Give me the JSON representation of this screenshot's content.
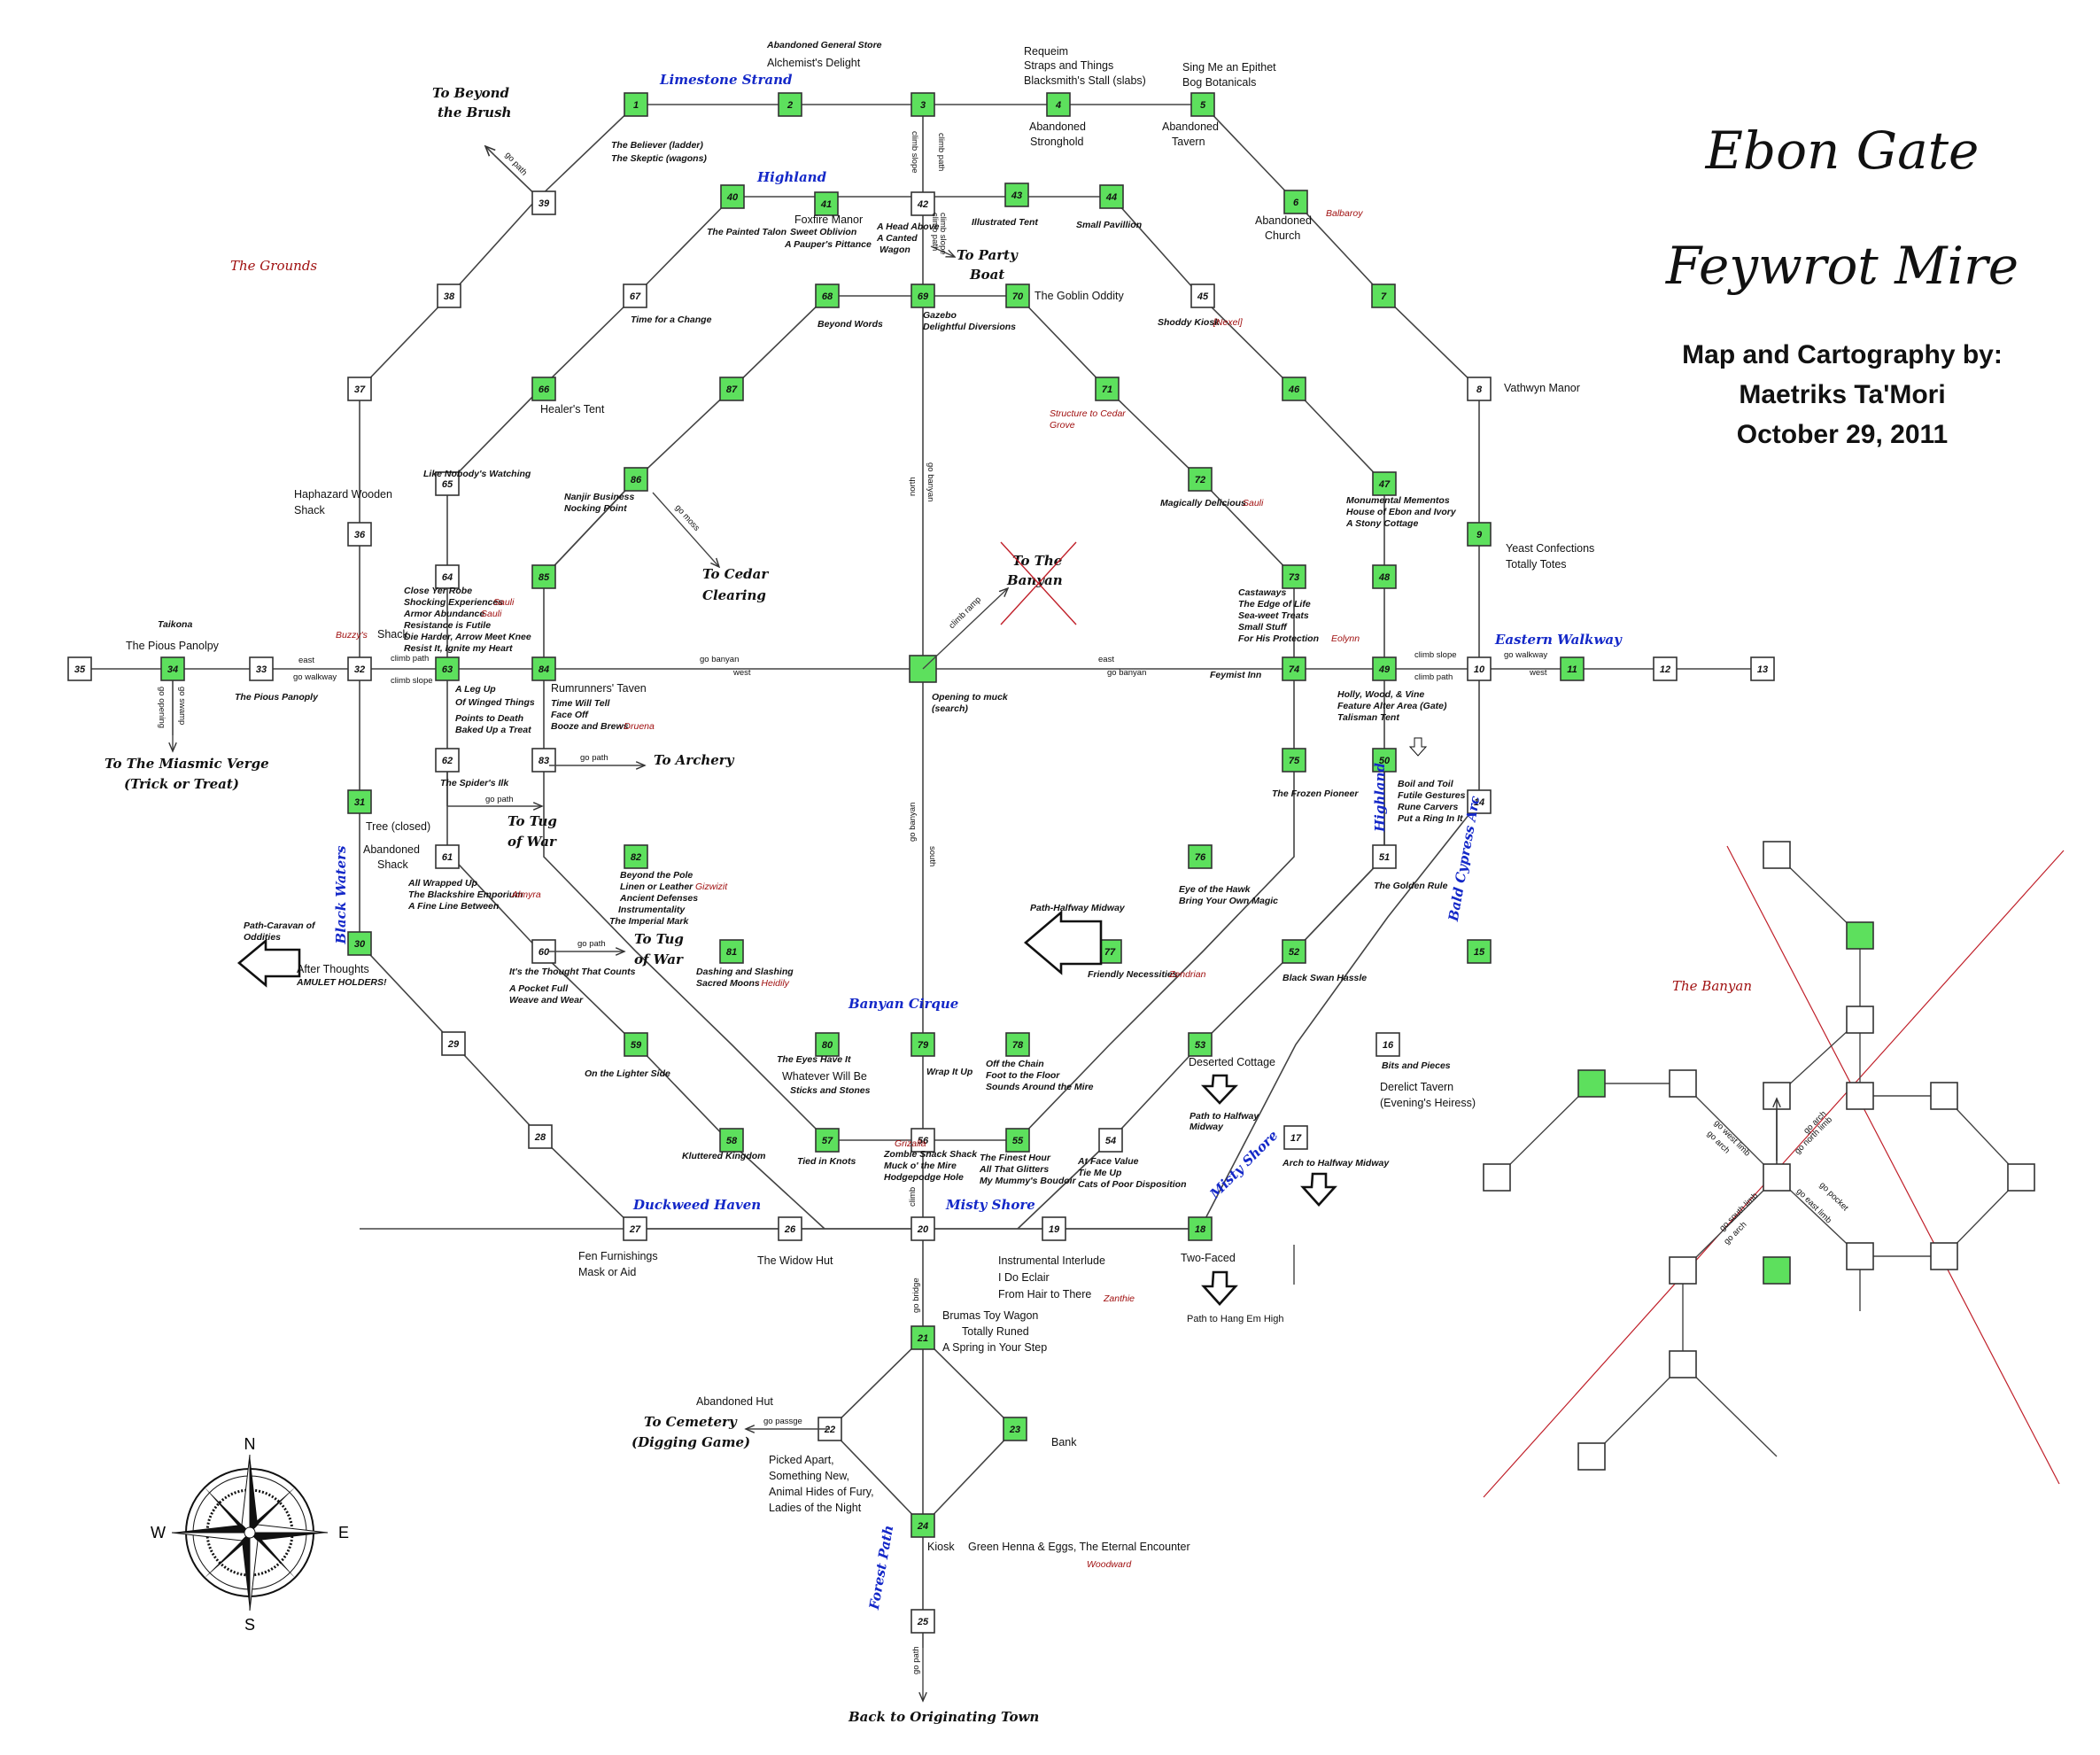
{
  "title": {
    "line1": "Ebon Gate",
    "line2": "Feywrot Mire",
    "credit1": "Map and Cartography by:",
    "credit2": "Maetriks Ta'Mori",
    "credit3": "October 29, 2011"
  },
  "colors": {
    "room_fill": "#ffffff",
    "room_green": "#5de05d",
    "area_blue": "#1428c8",
    "accent_red": "#a01010",
    "line": "#444444",
    "banyan_cross": "#c0202a"
  },
  "compass": {
    "n": "N",
    "s": "S",
    "e": "E",
    "w": "W"
  },
  "rooms": [
    {
      "n": "1",
      "g": true
    },
    {
      "n": "2",
      "g": true
    },
    {
      "n": "3",
      "g": true
    },
    {
      "n": "4",
      "g": true
    },
    {
      "n": "5",
      "g": true
    },
    {
      "n": "6",
      "g": true
    },
    {
      "n": "7",
      "g": true
    },
    {
      "n": "8",
      "g": false
    },
    {
      "n": "9",
      "g": true
    },
    {
      "n": "10",
      "g": false
    },
    {
      "n": "11",
      "g": true
    },
    {
      "n": "12",
      "g": false
    },
    {
      "n": "13",
      "g": false
    },
    {
      "n": "14",
      "g": false
    },
    {
      "n": "15",
      "g": true
    },
    {
      "n": "16",
      "g": false
    },
    {
      "n": "17",
      "g": false
    },
    {
      "n": "18",
      "g": true
    },
    {
      "n": "19",
      "g": false
    },
    {
      "n": "20",
      "g": false
    },
    {
      "n": "21",
      "g": true
    },
    {
      "n": "22",
      "g": false
    },
    {
      "n": "23",
      "g": true
    },
    {
      "n": "24",
      "g": true
    },
    {
      "n": "25",
      "g": false
    },
    {
      "n": "26",
      "g": false
    },
    {
      "n": "27",
      "g": false
    },
    {
      "n": "28",
      "g": false
    },
    {
      "n": "29",
      "g": false
    },
    {
      "n": "30",
      "g": true
    },
    {
      "n": "31",
      "g": true
    },
    {
      "n": "32",
      "g": false
    },
    {
      "n": "33",
      "g": false
    },
    {
      "n": "34",
      "g": true
    },
    {
      "n": "35",
      "g": false
    },
    {
      "n": "36",
      "g": false
    },
    {
      "n": "37",
      "g": false
    },
    {
      "n": "38",
      "g": false
    },
    {
      "n": "39",
      "g": false
    },
    {
      "n": "40",
      "g": true
    },
    {
      "n": "41",
      "g": true
    },
    {
      "n": "42",
      "g": false
    },
    {
      "n": "43",
      "g": true
    },
    {
      "n": "44",
      "g": true
    },
    {
      "n": "45",
      "g": false
    },
    {
      "n": "46",
      "g": true
    },
    {
      "n": "47",
      "g": true
    },
    {
      "n": "48",
      "g": true
    },
    {
      "n": "49",
      "g": true
    },
    {
      "n": "50",
      "g": true
    },
    {
      "n": "51",
      "g": false
    },
    {
      "n": "52",
      "g": true
    },
    {
      "n": "53",
      "g": true
    },
    {
      "n": "54",
      "g": false
    },
    {
      "n": "55",
      "g": true
    },
    {
      "n": "56",
      "g": false
    },
    {
      "n": "57",
      "g": true
    },
    {
      "n": "58",
      "g": true
    },
    {
      "n": "59",
      "g": true
    },
    {
      "n": "60",
      "g": false
    },
    {
      "n": "61",
      "g": false
    },
    {
      "n": "62",
      "g": false
    },
    {
      "n": "63",
      "g": true
    },
    {
      "n": "64",
      "g": false
    },
    {
      "n": "65",
      "g": false
    },
    {
      "n": "66",
      "g": true
    },
    {
      "n": "67",
      "g": false
    },
    {
      "n": "68",
      "g": true
    },
    {
      "n": "69",
      "g": true
    },
    {
      "n": "70",
      "g": true
    },
    {
      "n": "71",
      "g": true
    },
    {
      "n": "72",
      "g": true
    },
    {
      "n": "73",
      "g": true
    },
    {
      "n": "74",
      "g": true
    },
    {
      "n": "75",
      "g": true
    },
    {
      "n": "76",
      "g": true
    },
    {
      "n": "77",
      "g": true
    },
    {
      "n": "78",
      "g": true
    },
    {
      "n": "79",
      "g": true
    },
    {
      "n": "80",
      "g": true
    },
    {
      "n": "81",
      "g": true
    },
    {
      "n": "82",
      "g": true
    },
    {
      "n": "83",
      "g": false
    },
    {
      "n": "84",
      "g": true
    },
    {
      "n": "85",
      "g": true
    },
    {
      "n": "86",
      "g": true
    },
    {
      "n": "87",
      "g": true
    },
    {
      "n": "C",
      "g": true
    }
  ],
  "banyan_rooms": [
    {
      "n": "b1",
      "g": false
    },
    {
      "n": "b2",
      "g": true
    },
    {
      "n": "b3",
      "g": false
    },
    {
      "n": "b4",
      "g": false
    },
    {
      "n": "b5",
      "g": false
    },
    {
      "n": "b6",
      "g": true
    },
    {
      "n": "b7",
      "g": false
    },
    {
      "n": "b8",
      "g": false
    },
    {
      "n": "b9",
      "g": false
    },
    {
      "n": "b10",
      "g": false
    },
    {
      "n": "b11",
      "g": false
    },
    {
      "n": "b12",
      "g": true
    },
    {
      "n": "b13",
      "g": false
    },
    {
      "n": "b14",
      "g": false
    },
    {
      "n": "b15",
      "g": false
    },
    {
      "n": "b16",
      "g": false
    },
    {
      "n": "b17",
      "g": false
    }
  ],
  "areas": {
    "limestone": "Limestone Strand",
    "highland_n": "Highland",
    "eastern": "Eastern Walkway",
    "highland_e": "Highland",
    "bald": "Bald Cypress Arc",
    "misty": "Misty Shore",
    "duckweed": "Duckweed Haven",
    "forest": "Forest Path",
    "black": "Black Waters",
    "banyan_cirque": "Banyan Cirque",
    "grounds": "The Grounds",
    "banyan": "The Banyan"
  },
  "destinations": {
    "beyond_brush": "To Beyond the Brush",
    "party_boat": "To Party Boat",
    "cedar": "To Cedar Clearing",
    "the_banyan": "To The Banyan",
    "archery": "To Archery",
    "tug1": "To Tug of War",
    "tug2": "To Tug of War",
    "miasmic": "To The Miasmic Verge",
    "trick": "(Trick or Treat)",
    "cemetery": "To Cemetery",
    "digging": "(Digging Game)",
    "back": "Back to Originating Town",
    "halfway_w": "Path-Halfway Midway",
    "caravan": "Path-Caravan of Oddities",
    "hang": "Path to Hang Em High",
    "halfway_s": "Path to Halfway Midway",
    "arch_halfway": "Arch to Halfway Midway"
  },
  "labels": {
    "l_abandoned_store": "Abandoned General Store",
    "l_alchemist": "Alchemist's Delight",
    "l_requeim": "Requeim",
    "l_straps": "Straps and Things",
    "l_blacksmith": "Blacksmith's Stall (slabs)",
    "l_sing": "Sing Me an Epithet",
    "l_bog": "Bog Botanicals",
    "l_abandoned_stronghold1": "Abandoned",
    "l_abandoned_stronghold2": "Stronghold",
    "l_abandoned_tavern1": "Abandoned",
    "l_abandoned_tavern2": "Tavern",
    "l_believer": "The Believer (ladder)",
    "l_skeptic": "The Skeptic (wagons)",
    "l_abandoned_church1": "Abandoned",
    "l_abandoned_church2": "Church",
    "l_balbaroy": "Balbaroy",
    "l_foxfire": "Foxfire Manor",
    "l_sweet": "Sweet Oblivion",
    "l_pauper": "A Pauper's Pittance",
    "l_painted": "The Painted Talon",
    "l_head": "A Head Above",
    "l_canted": "A Canted",
    "l_wagon": "Wagon",
    "l_illustrated": "Illustrated Tent",
    "l_pavillion": "Small Pavillion",
    "l_goblin": "The Goblin Oddity",
    "l_gazebo": "Gazebo",
    "l_delightful": "Delightful Diversions",
    "l_beyond_words": "Beyond Words",
    "l_time_change": "Time for a Change",
    "l_shoddy": "Shoddy Kiosk",
    "l_nexel": "[Nexel]",
    "l_healer": "Healer's Tent",
    "l_structure1": "Structure to Cedar",
    "l_structure2": "Grove",
    "l_vathwyn": "Vathwyn Manor",
    "l_haphazard1": "Haphazard Wooden",
    "l_haphazard2": "Shack",
    "l_like_nobody": "Like Nobody's Watching",
    "l_nanjir1": "Nanjir Business",
    "l_nanjir2": "Nocking Point",
    "l_magically": "Magically Delicious",
    "l_sauli1": "Sauli",
    "l_monumental": "Monumental Mementos",
    "l_house_ebon": "House of Ebon and Ivory",
    "l_stony": "A Stony Cottage",
    "l_yeast": "Yeast Confections",
    "l_totally": "Totally Totes",
    "l_close": "Close Yer Robe",
    "l_shocking": "Shocking Experiences",
    "l_sauli2": "Sauli",
    "l_armor": "Armor Abundance",
    "l_sauli3": "Sauli",
    "l_resistance": "Resistance is Futile",
    "l_harder": "Die Harder, Arrow Meet Knee",
    "l_resist": "Resist It, Ignite my Heart",
    "l_castaways": "Castaways",
    "l_edge": "The Edge of Life",
    "l_sweet_treats": "Sea-weet Treats",
    "l_small_stuff": "Small Stuff",
    "l_protection": "For His Protection",
    "l_eolynn": "Eolynn",
    "l_taikona": "Taikona",
    "l_pious1": "The Pious Panolpy",
    "l_pious2": "The Pious Panoply",
    "l_buzzys": "Buzzy's",
    "l_shack": "Shack",
    "l_feymist": "Feymist Inn",
    "l_opening1": "Opening to muck",
    "l_opening2": "(search)",
    "l_rumrunners": "Rumrunners' Taven",
    "l_leg1": "A Leg Up",
    "l_leg2": "Of Winged Things",
    "l_points": "Points to Death",
    "l_baked": "Baked Up a Treat",
    "l_time_tell": "Time Will Tell",
    "l_face_off": "Face Off",
    "l_booze": "Booze and Brews",
    "l_druena": "- Druena",
    "l_holly": "Holly, Wood, & Vine",
    "l_feature": "Feature Alter Area (Gate)",
    "l_talisman": "Talisman Tent",
    "l_spiders": "The Spider's Ilk",
    "l_frozen": "The Frozen Pioneer",
    "l_boil": "Boil and Toil",
    "l_futile": "Futile Gestures",
    "l_rune": "Rune Carvers",
    "l_ring": "Put a Ring In It",
    "l_tree": "Tree (closed)",
    "l_abandoned_shack1": "Abandoned",
    "l_abandoned_shack2": "Shack",
    "l_wrapped": "All Wrapped Up",
    "l_blackshire": "The Blackshire Emporium",
    "l_almyra": "Almyra",
    "l_fine_line": "A Fine Line Between",
    "l_beyond_pole": "Beyond the Pole",
    "l_linen": "Linen or Leather",
    "l_gizwizit": "Gizwizit",
    "l_ancient": "Ancient Defenses",
    "l_instrumentality": "Instrumentality",
    "l_imperial": "The Imperial Mark",
    "l_golden": "The Golden Rule",
    "l_eye_hawk": "Eye of the Hawk",
    "l_bring": "Bring Your Own Magic",
    "l_after": "After Thoughts",
    "l_amulet": "AMULET HOLDERS!",
    "l_thought": "It's the Thought That Counts",
    "l_pocket1": "A Pocket Full",
    "l_pocket2": "Weave and Wear",
    "l_dashing": "Dashing and Slashing",
    "l_sacred": "Sacred Moons",
    "l_heidily": "- Heidily",
    "l_friendly": "Friendly Necessities",
    "l_zendrian": "Zendrian",
    "l_black_swan": "Black Swan Hassle",
    "l_eyes": "The Eyes Have It",
    "l_whatever": "Whatever Will Be",
    "l_sticks": "Sticks and Stones",
    "l_wrap": "Wrap It Up",
    "l_off_chain": "Off the Chain",
    "l_foot": "Foot to the Floor",
    "l_sounds": "Sounds Around the Mire",
    "l_deserted": "Deserted Cottage",
    "l_lighter": "On the Lighter Side",
    "l_bits": "Bits and Pieces",
    "l_derelict": "Derelict Tavern",
    "l_evening": "(Evening's Heiress)",
    "l_kluttered": "Kluttered Kingdom",
    "l_knots": "Tied in Knots",
    "l_grizalla": "Grizalla",
    "l_zombie": "Zombie Snack Shack",
    "l_muck": "Muck o' the Mire",
    "l_hodge": "Hodgepodge Hole",
    "l_finest": "The Finest Hour",
    "l_glitters": "All That Glitters",
    "l_mummy": "My Mummy's Boudoir",
    "l_face_value": "At Face Value",
    "l_tie": "Tie Me Up",
    "l_cats": "Cats of Poor Disposition",
    "l_fen": "Fen Furnishings",
    "l_mask": "Mask or Aid",
    "l_widow": "The Widow Hut",
    "l_instrumental": "Instrumental Interlude",
    "l_eclair": "I Do Eclair",
    "l_hair": "From Hair to There",
    "l_zanthie": "Zanthie",
    "l_two_faced": "Two-Faced",
    "l_brumas": "Brumas Toy Wagon",
    "l_runed": "Totally Runed",
    "l_spring": "A Spring in Your Step",
    "l_abandoned_hut": "Abandoned Hut",
    "l_bank": "Bank",
    "l_picked1": "Picked Apart,",
    "l_picked2": "Something New,",
    "l_picked3": "Animal Hides of Fury,",
    "l_picked4": "Ladies of the Night",
    "l_kiosk": "Kiosk",
    "l_henna": "Green Henna & Eggs, The Eternal Encounter",
    "l_woodward": "Woodward"
  },
  "dirs": {
    "d_go_path_39": "go path",
    "d_climb_slope3": "climb slope",
    "d_climb_path3": "climb path",
    "d_climb_path42": "climb path",
    "d_climb_slope42": "climb slope",
    "d_go_banyan_n": "go banyan",
    "d_north": "north",
    "d_go_moss": "go moss",
    "d_climb_ramp": "climb ramp",
    "d_east_33": "east",
    "d_go_walkway_33": "go walkway",
    "d_climb_path_32": "climb path",
    "d_climb_slope_32": "climb slope",
    "d_go_banyan_84": "go banyan",
    "d_west_84": "west",
    "d_east_74": "east",
    "d_go_banyan_74": "go banyan",
    "d_climb_slope_49": "climb slope",
    "d_climb_path_49": "climb path",
    "d_go_walkway_10": "go walkway",
    "d_west_10": "west",
    "d_go_opening": "go opening",
    "d_go_swamp": "go swamp",
    "d_go_path_83": "go path",
    "d_go_path_62": "go path",
    "d_go_path_60": "go path",
    "d_go_banyan_s": "go banyan",
    "d_south": "south",
    "d_climb_20": "climb",
    "d_go_bridge": "go bridge",
    "d_go_passage": "go passge",
    "d_go_path_25": "go path",
    "d_b_go_west_limb": "go west limb",
    "d_b_go_arch": "go arch",
    "d_b_go_north_limb": "go north limb",
    "d_b_go_arch2": "go arch",
    "d_b_go_south_limb": "go south limb",
    "d_b_go_arch3": "go arch",
    "d_b_go_east_limb": "go east limb",
    "d_b_go_pocket": "go pocket"
  }
}
